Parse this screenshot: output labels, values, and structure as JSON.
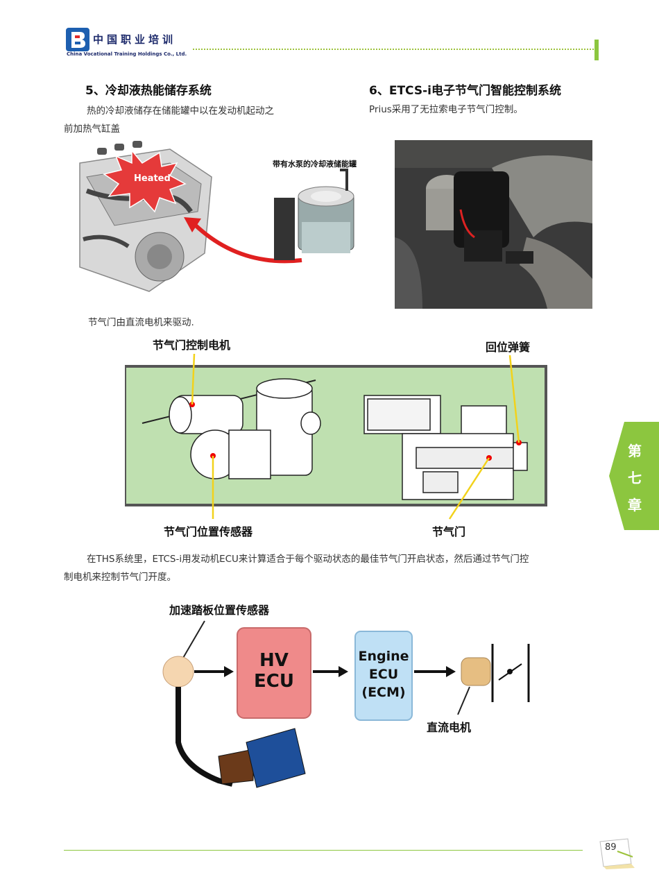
{
  "header": {
    "logo_cn": "中国职业培训",
    "logo_en": "China Vocational Training Holdings Co., Ltd."
  },
  "section5": {
    "heading": "5、冷却液热能储存系统",
    "text_line1": "热的冷却液储存在储能罐中以在发动机起动之",
    "text_line2": "前加热气缸盖",
    "image": {
      "badge": "Heated",
      "caption": "带有水泵的冷却液储能罐"
    }
  },
  "section6": {
    "heading": "6、ETCS-i电子节气门智能控制系统",
    "text": "Prius采用了无拉索电子节气门控制。"
  },
  "throttle": {
    "intro": "节气门由直流电机来驱动.",
    "labels": {
      "motor": "节气门控制电机",
      "spring": "回位弹簧",
      "sensor": "节气门位置传感器",
      "valve": "节气门"
    }
  },
  "paragraph": {
    "line1": "在THS系统里，ETCS-i用发动机ECU来计算适合于每个驱动状态的最佳节气门开启状态，然后通过节气门控",
    "line2": "制电机来控制节气门开度。"
  },
  "flow": {
    "pedal_label": "加速踏板位置传感器",
    "hv_ecu": [
      "HV",
      "ECU"
    ],
    "engine_ecu": [
      "Engine",
      "ECU",
      "(ECM)"
    ],
    "motor_label": "直流电机"
  },
  "chapter_tab": [
    "第",
    "七",
    "章"
  ],
  "page_number": "89",
  "colors": {
    "accent_green": "#8cc63f",
    "brand_blue": "#1d2a6b",
    "hv_ecu_fill": "#ef8a8a",
    "engine_ecu_fill": "#bfe0f5",
    "diagram_bg": "#bfe0b0"
  }
}
